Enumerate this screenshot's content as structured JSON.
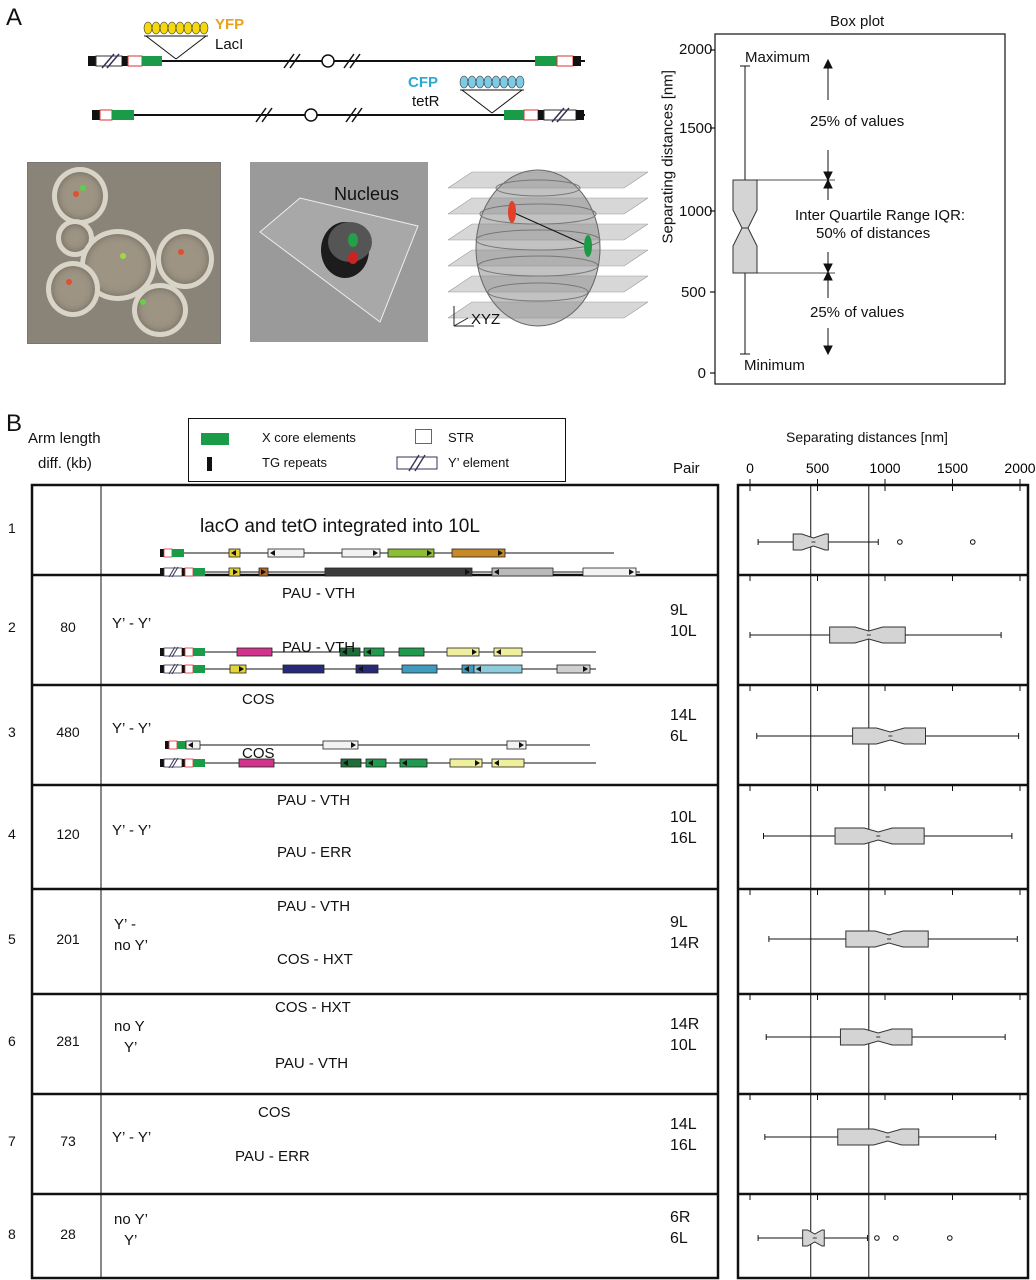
{
  "panelA": {
    "letter": "A",
    "yfp_label": "YFP",
    "laci_label": "LacI",
    "cfp_label": "CFP",
    "tetr_label": "tetR",
    "nucleus_label": "Nucleus",
    "xyz_label": "XYZ",
    "colors": {
      "yfp": "#f5d90a",
      "cfp": "#7ecbe5",
      "green": "#1a9b48",
      "red": "#d22",
      "black": "#111"
    }
  },
  "boxplot_legend": {
    "title": "Box plot",
    "ylabel": "Separating distances [nm]",
    "yticks": [
      "0",
      "500",
      "1000",
      "1500",
      "2000"
    ],
    "maximum": "Maximum",
    "minimum": "Minimum",
    "upper_quartile": "25% of values",
    "iqr_line1": "Inter Quartile Range IQR:",
    "iqr_line2": "50% of distances",
    "lower_quartile": "25% of values"
  },
  "panelB": {
    "letter": "B",
    "arm_header_line1": "Arm length",
    "arm_header_line2": "diff.  (kb)",
    "pair_header": "Pair",
    "legend": {
      "x_core": "X core elements",
      "tg": "TG repeats",
      "str": "STR",
      "y_element": "Y’ element"
    },
    "rows": [
      {
        "num": "1",
        "diff": "",
        "type": "",
        "text": "lacO and tetO integrated into 10L",
        "top_label": "",
        "bottom_label": "",
        "pair1": "",
        "pair2": ""
      },
      {
        "num": "2",
        "diff": "80",
        "type": "Y’ - Y’",
        "text": "",
        "top_label": "PAU - VTH",
        "bottom_label": "PAU - VTH",
        "pair1": "9L",
        "pair2": "10L"
      },
      {
        "num": "3",
        "diff": "480",
        "type": "Y’ - Y’",
        "text": "",
        "top_label": "COS",
        "bottom_label": "COS",
        "pair1": "14L",
        "pair2": "6L"
      },
      {
        "num": "4",
        "diff": "120",
        "type": "Y’ - Y’",
        "text": "",
        "top_label": "PAU - VTH",
        "bottom_label": "PAU - ERR",
        "pair1": "10L",
        "pair2": "16L"
      },
      {
        "num": "5",
        "diff": "201",
        "type": "Y’ -",
        "type2": "no Y’",
        "text": "",
        "top_label": "PAU - VTH",
        "bottom_label": "COS - HXT",
        "pair1": "9L",
        "pair2": "14R"
      },
      {
        "num": "6",
        "diff": "281",
        "type": "no Y",
        "type2": "Y’",
        "text": "",
        "top_label": "COS - HXT",
        "bottom_label": "PAU - VTH",
        "pair1": "14R",
        "pair2": "10L"
      },
      {
        "num": "7",
        "diff": "73",
        "type": "Y’ - Y’",
        "text": "",
        "top_label": "COS",
        "bottom_label": "PAU - ERR",
        "pair1": "14L",
        "pair2": "16L"
      },
      {
        "num": "8",
        "diff": "28",
        "type": "no Y’",
        "type2": "Y’",
        "text": "",
        "top_label": "",
        "bottom_label": "",
        "pair1": "6R",
        "pair2": "6L"
      }
    ]
  },
  "chart_data": {
    "type": "boxplot",
    "title": "",
    "xlabel": "Separating distances [nm]",
    "xticks": [
      "0",
      "500",
      "1000",
      "1500",
      "2000"
    ],
    "xlim": [
      0,
      2000
    ],
    "reference_lines": [
      450,
      880
    ],
    "series": [
      {
        "row": "1",
        "min": 60,
        "q1": 320,
        "median": 470,
        "q3": 580,
        "max": 950,
        "outliers": [
          1110,
          1650
        ]
      },
      {
        "row": "2",
        "min": 0,
        "q1": 590,
        "median": 880,
        "q3": 1150,
        "max": 1860,
        "outliers": []
      },
      {
        "row": "3",
        "min": 50,
        "q1": 760,
        "median": 1040,
        "q3": 1300,
        "max": 1990,
        "outliers": []
      },
      {
        "row": "4",
        "min": 100,
        "q1": 630,
        "median": 950,
        "q3": 1290,
        "max": 1940,
        "outliers": []
      },
      {
        "row": "5",
        "min": 140,
        "q1": 710,
        "median": 1030,
        "q3": 1320,
        "max": 1980,
        "outliers": []
      },
      {
        "row": "6",
        "min": 120,
        "q1": 670,
        "median": 950,
        "q3": 1200,
        "max": 1890,
        "outliers": []
      },
      {
        "row": "7",
        "min": 110,
        "q1": 650,
        "median": 1020,
        "q3": 1250,
        "max": 1820,
        "outliers": []
      },
      {
        "row": "8",
        "min": 60,
        "q1": 390,
        "median": 480,
        "q3": 550,
        "max": 870,
        "outliers": [
          940,
          1080,
          1480
        ]
      }
    ]
  }
}
